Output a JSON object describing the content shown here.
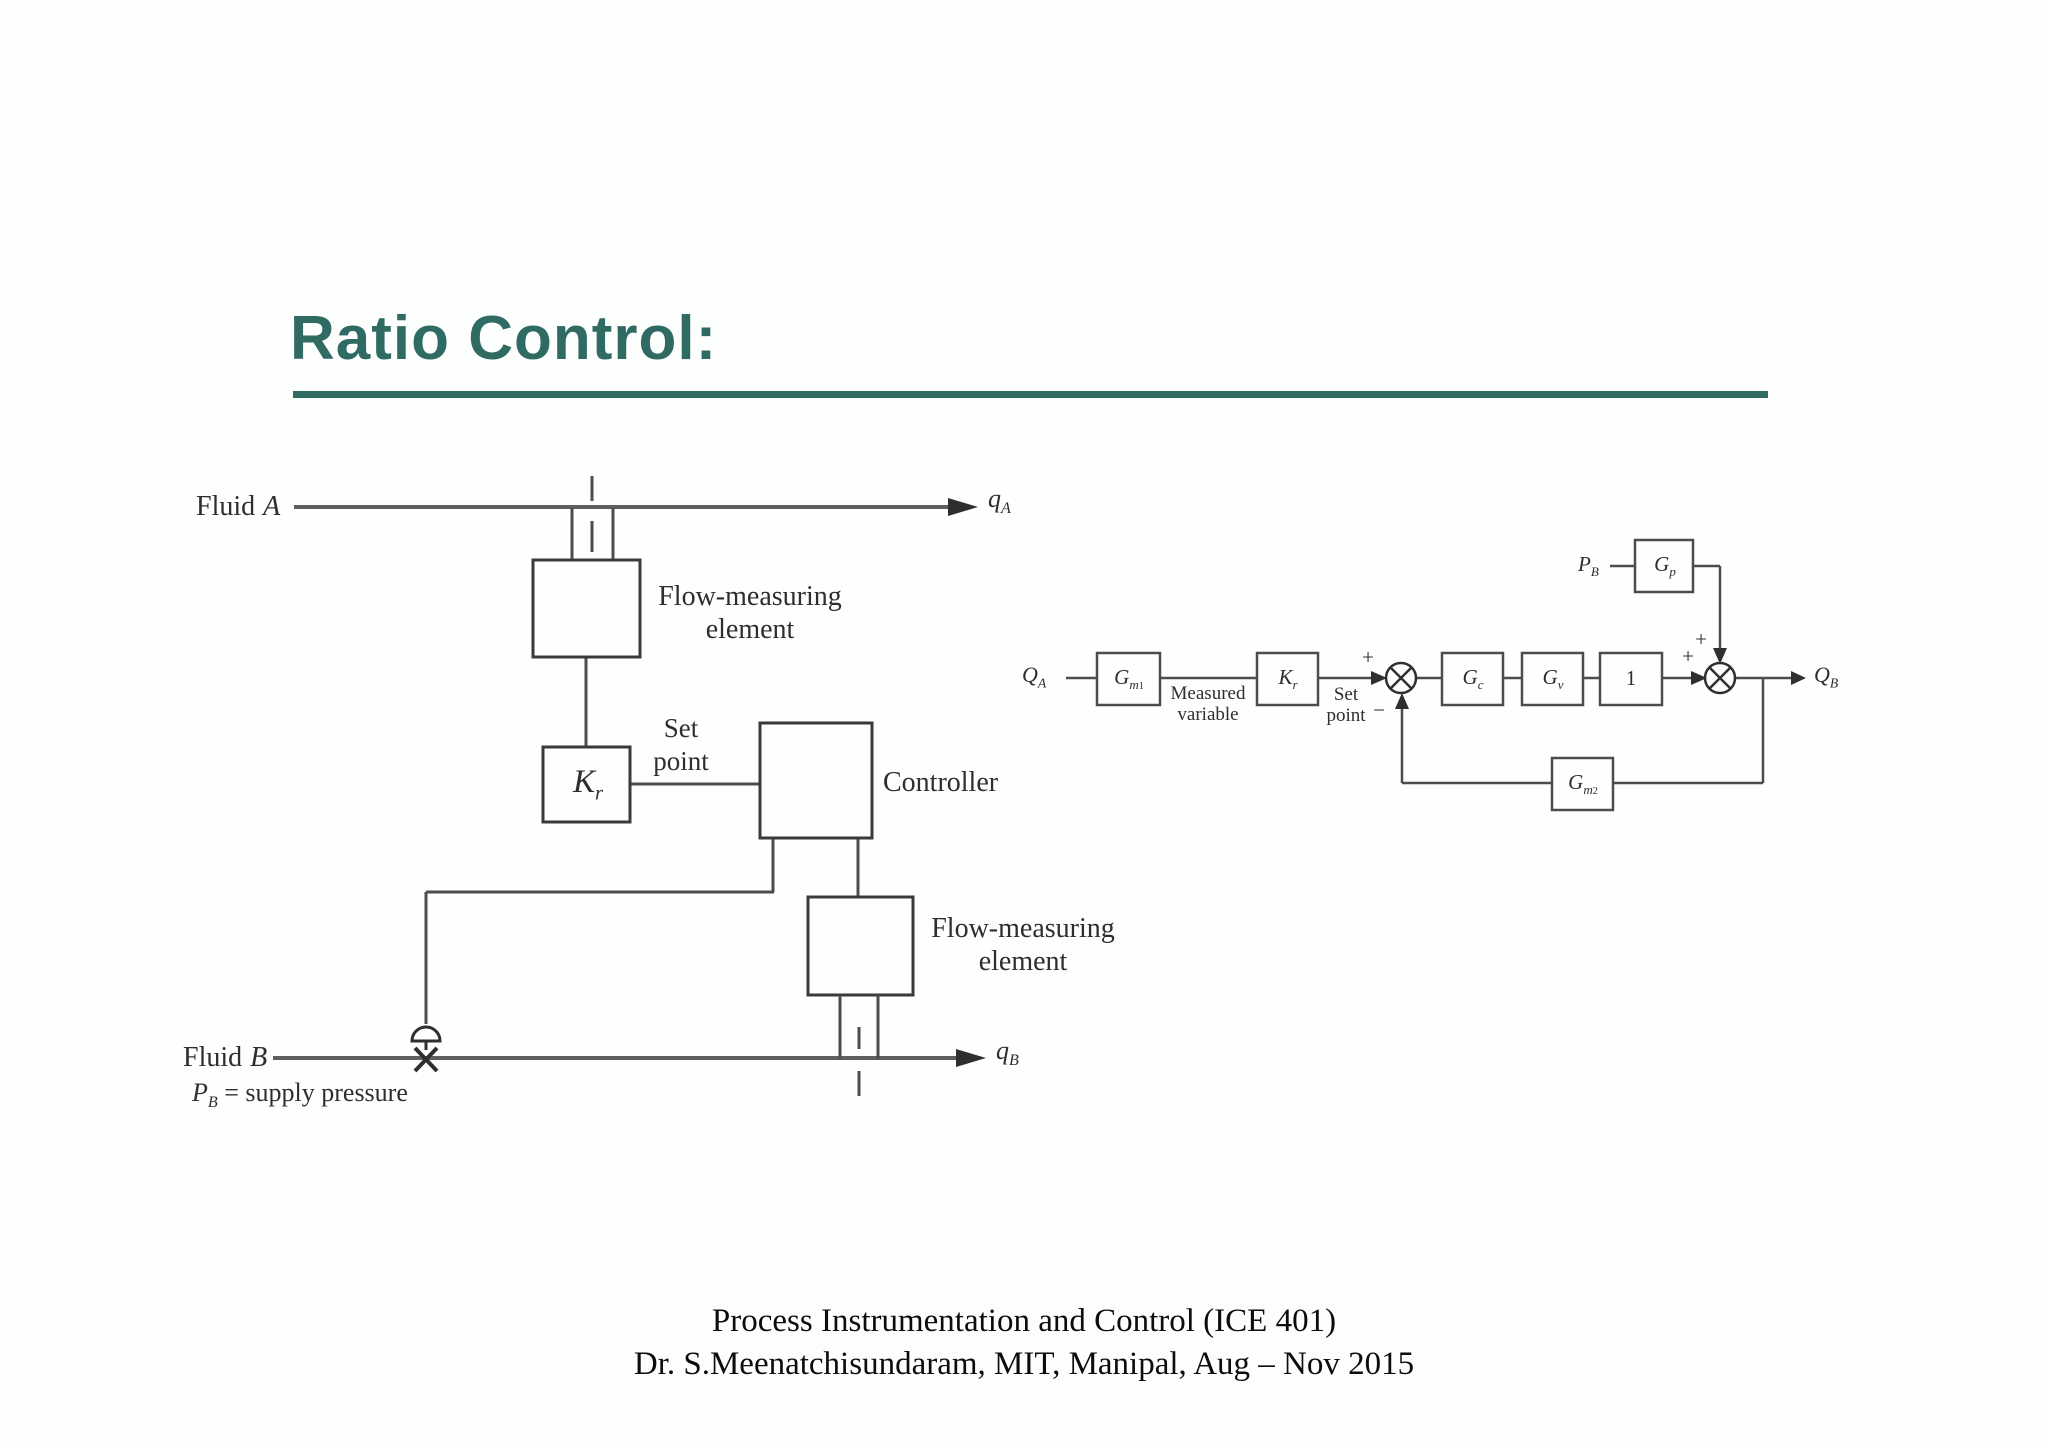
{
  "slide": {
    "title": "Ratio Control:",
    "footer_line1": "Process Instrumentation and Control (ICE 401)",
    "footer_line2": "Dr. S.Meenatchisundaram, MIT, Manipal, Aug – Nov 2015"
  },
  "colors": {
    "accent_teal": "#2f6a63",
    "diagram_line": "#4c4c4c",
    "pipe_gray": "#5f5f5f"
  },
  "pfd": {
    "fluid_a": {
      "text": "Fluid",
      "it": "A"
    },
    "qa": {
      "base": "q",
      "sub": "A"
    },
    "flow_element_1": {
      "line1": "Flow-measuring",
      "line2": "element"
    },
    "kr": {
      "base": "K",
      "sub": "r"
    },
    "set_point": {
      "line1": "Set",
      "line2": "point"
    },
    "controller": "Controller",
    "flow_element_2": {
      "line1": "Flow-measuring",
      "line2": "element"
    },
    "fluid_b": {
      "text": "Fluid",
      "it": "B"
    },
    "supply_pressure": {
      "base": "P",
      "sub": "B",
      "rest": " = supply pressure"
    },
    "qb": {
      "base": "q",
      "sub": "B"
    }
  },
  "bd": {
    "qa_in": {
      "base": "Q",
      "sub": "A"
    },
    "gm1": {
      "base": "G",
      "sub": "m",
      "subsub": "1"
    },
    "measured_variable": {
      "line1": "Measured",
      "line2": "variable"
    },
    "kr": {
      "base": "K",
      "sub": "r"
    },
    "plus_setpoint": "+",
    "set_point": {
      "line1": "Set",
      "line2": "point"
    },
    "minus_feedback": "−",
    "gc": {
      "base": "G",
      "sub": "c"
    },
    "gv": {
      "base": "G",
      "sub": "v"
    },
    "one": "1",
    "plus_main": "+",
    "plus_disturbance": "+",
    "pb": {
      "base": "P",
      "sub": "B"
    },
    "gp": {
      "base": "G",
      "sub": "p"
    },
    "gm2": {
      "base": "G",
      "sub": "m",
      "subsub": "2"
    },
    "qb_out": {
      "base": "Q",
      "sub": "B"
    }
  }
}
